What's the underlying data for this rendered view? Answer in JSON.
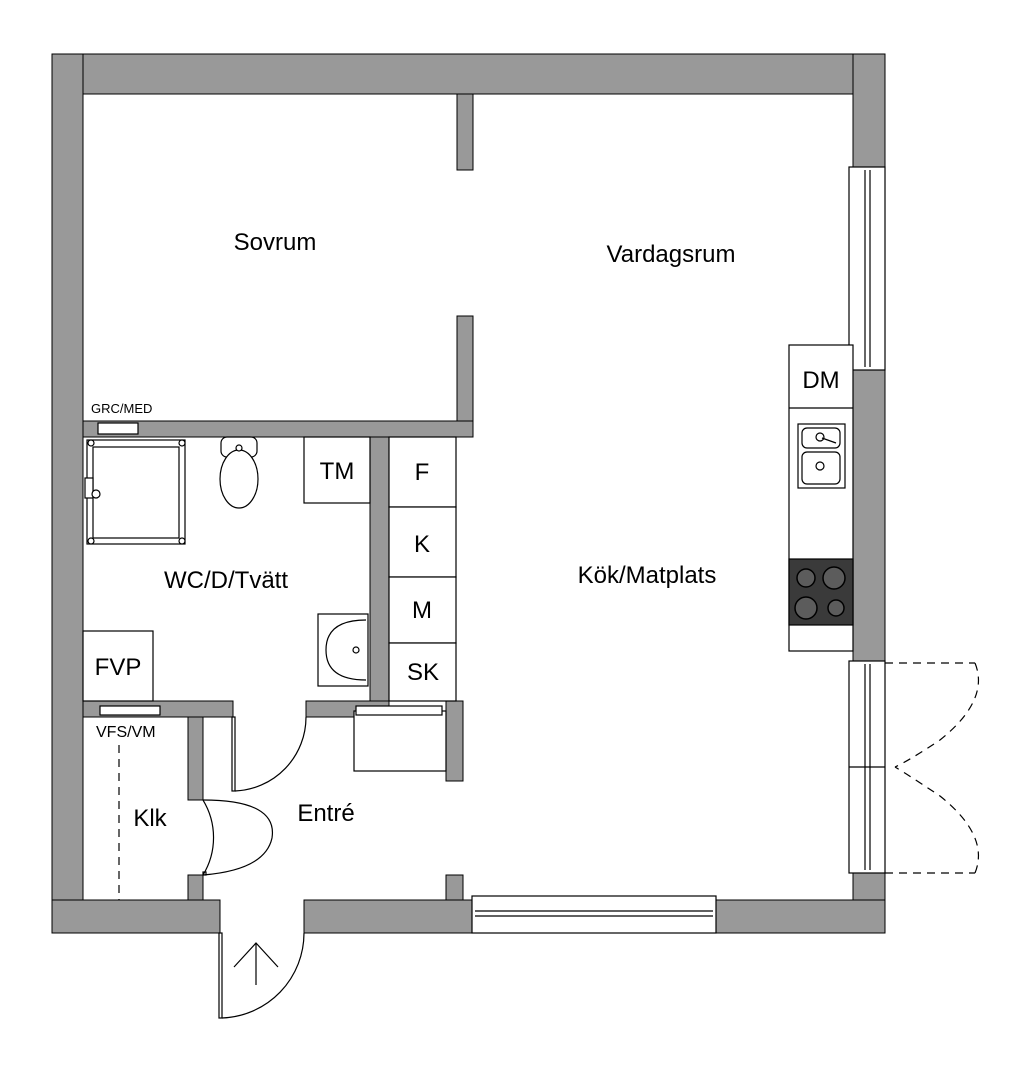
{
  "rooms": {
    "sovrum": "Sovrum",
    "vardagsrum": "Vardagsrum",
    "wc": "WC/D/Tvätt",
    "kok": "Kök/Matplats",
    "entre": "Entré",
    "klk": "Klk"
  },
  "fixtures": {
    "tm": "TM",
    "fvp": "FVP",
    "f": "F",
    "k": "K",
    "m": "M",
    "sk": "SK",
    "dm": "DM",
    "grc_med": "GRC/MED",
    "vfs_vm": "VFS/VM"
  }
}
